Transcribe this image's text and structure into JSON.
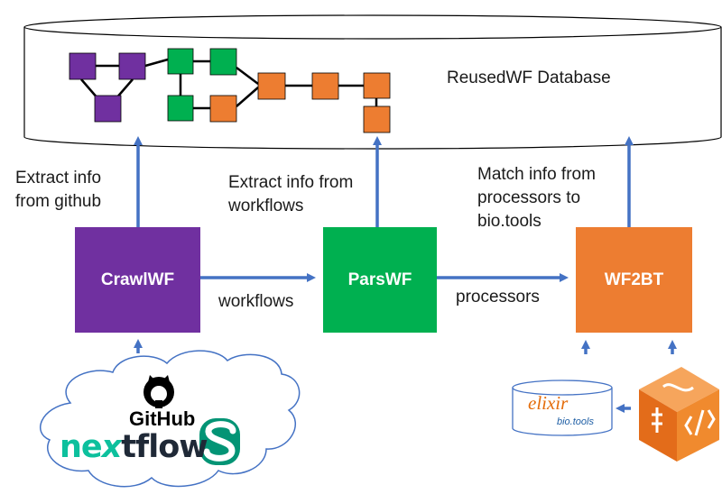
{
  "database": {
    "label": "ReusedWF Database"
  },
  "components": {
    "crawl": {
      "label": "CrawlWF",
      "color": "#7030A0"
    },
    "pars": {
      "label": "ParsWF",
      "color": "#00B050"
    },
    "wf2bt": {
      "label": "WF2BT",
      "color": "#ED7D31"
    }
  },
  "edges": {
    "crawl_to_pars": "workflows",
    "pars_to_wf2bt": "processors",
    "crawl_up": "Extract info\nfrom github",
    "pars_up": "Extract info from\nworkflows",
    "wf2bt_up": "Match info from\nprocessors to\nbio.tools"
  },
  "sources": {
    "github": "GitHub",
    "nextflow_a": "ne",
    "nextflow_b": "x",
    "nextflow_c": "tflow",
    "elixir": "elixir",
    "biotools": "bio.tools"
  },
  "colors": {
    "arrow": "#4472C4",
    "line": "#000000",
    "purple": "#7030A0",
    "green": "#00B050",
    "orange": "#ED7D31"
  }
}
